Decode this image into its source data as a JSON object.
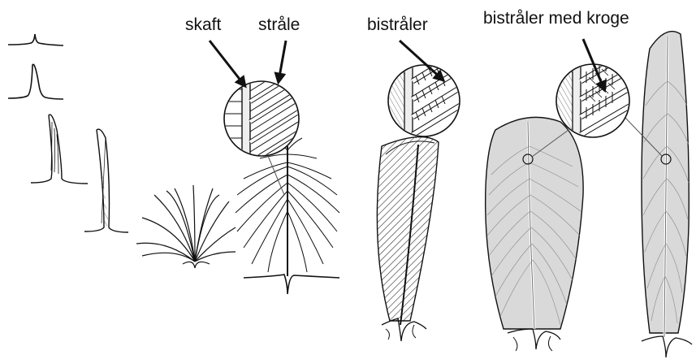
{
  "labels": {
    "shaft": "skaft",
    "barb": "stråle",
    "barbules": "bistråler",
    "hooked_barbules": "bistråler med kroge"
  },
  "colors": {
    "ink": "#111111",
    "feather_fill": "#d9d9d9",
    "background": "#ffffff"
  }
}
